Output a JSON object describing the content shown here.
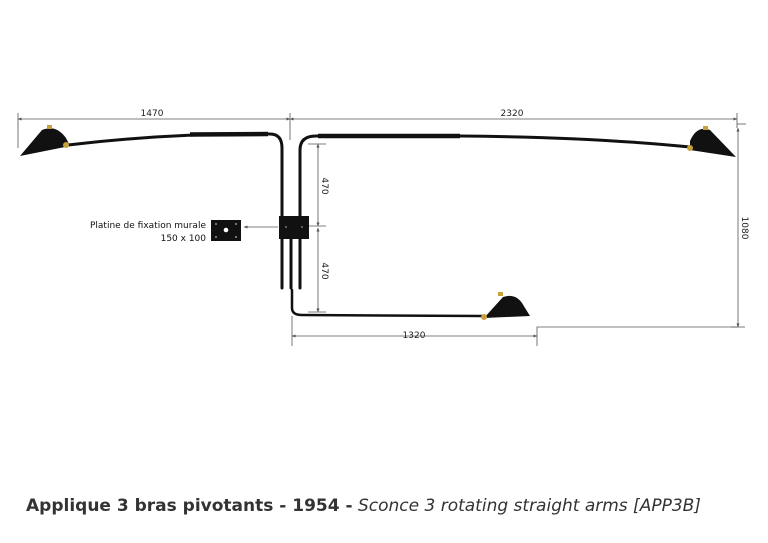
{
  "colors": {
    "ink": "#111111",
    "dimension": "#555555",
    "brass": "#c8a03c",
    "text": "#333333"
  },
  "dimensions": {
    "left_arm": "1470",
    "top_right_arm": "2320",
    "upper_drop": "470",
    "lower_drop": "470",
    "total_height": "1080",
    "bottom_arm": "1320"
  },
  "mounting_plate": {
    "label": "Platine de fixation murale",
    "size": "150 x 100"
  },
  "caption": {
    "title_fr": "Applique 3 bras pivotants - 1954 -",
    "title_en": "Sconce 3 rotating straight arms  [APP3B]"
  }
}
